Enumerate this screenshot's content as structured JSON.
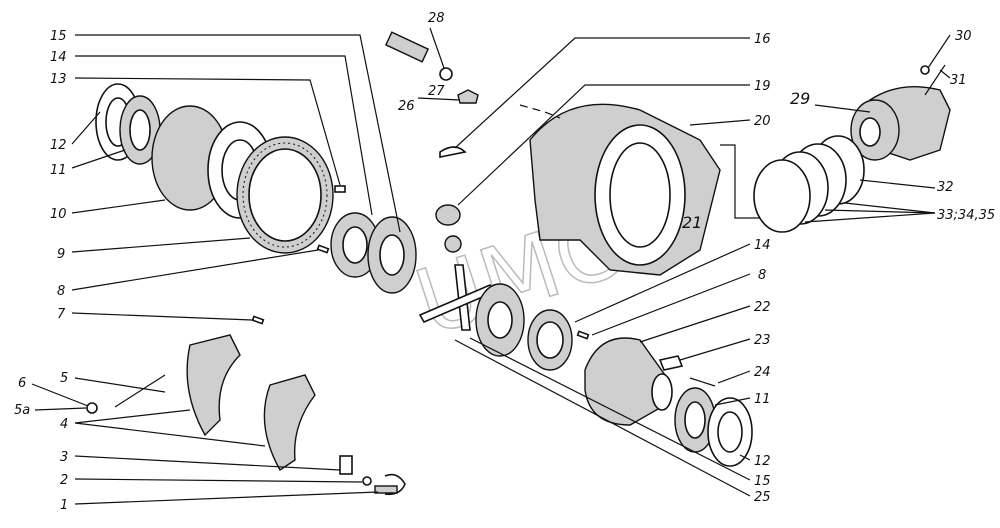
{
  "diagram": {
    "watermark": "UMC",
    "labels": {
      "l15": "15",
      "l14": "14",
      "l13": "13",
      "l12": "12",
      "l11": "11",
      "l10": "10",
      "l9": "9",
      "l8": "8",
      "l7": "7",
      "l6": "6",
      "l5": "5",
      "l5a": "5a",
      "l4": "4",
      "l3": "3",
      "l2": "2",
      "l1": "1",
      "l28": "28",
      "l27": "27",
      "l26": "26",
      "l16": "16",
      "l19": "19",
      "l20": "20",
      "l21": "21",
      "r14": "14",
      "r8": "8",
      "l22": "22",
      "l23": "23",
      "l24": "24",
      "r11": "11",
      "r12": "12",
      "r15": "15",
      "l25": "25",
      "l29": "29",
      "l30": "30",
      "l31": "31",
      "l32": "32",
      "l33": "33;34,35"
    }
  }
}
